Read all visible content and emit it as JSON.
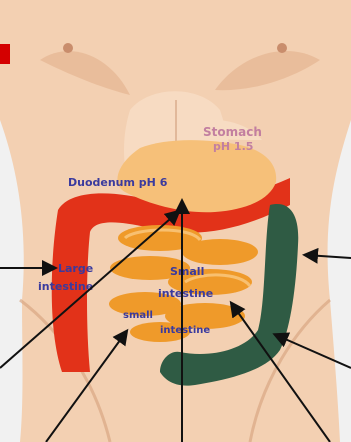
{
  "diagram": {
    "labels": {
      "stomach": [
        "Stomach",
        "pH 1.5"
      ],
      "duodenum": "Duodenum pH 6",
      "large_intestine": [
        "Large",
        "intestine"
      ],
      "small_intestine": [
        "Small",
        "intestine"
      ],
      "lower_left": [
        "small",
        "intestine"
      ]
    },
    "colors": {
      "background": "#f3f3f3",
      "skin": "#f3d0b2",
      "skin_shadow": "#d9a783",
      "colon_red": "#e23219",
      "colon_green": "#2f5b44",
      "small_intestine": "#ef9a2a",
      "stomach": "#f6c079",
      "label_blue": "#3a3a9e",
      "label_pink": "#c27fa0",
      "tab_red": "#d40000",
      "arrow": "#111111"
    }
  }
}
